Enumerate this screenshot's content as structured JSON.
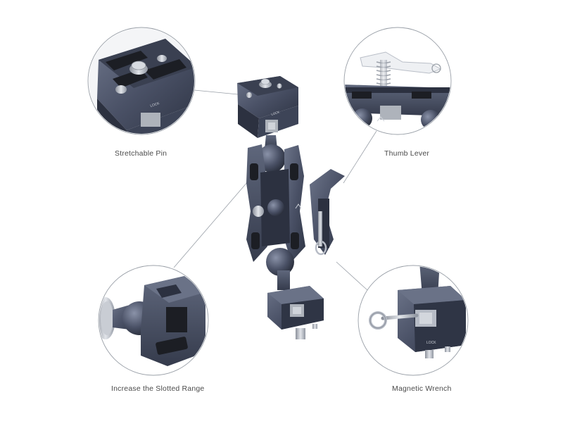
{
  "captions": {
    "top_left": "Stretchable Pin",
    "top_right": "Thumb Lever",
    "bottom_left": "Increase the Slotted Range",
    "bottom_right": "Magnetic Wrench"
  },
  "engraving": {
    "lock_mark": "LOCK"
  },
  "colors": {
    "background": "#ffffff",
    "metal": "#4a5166",
    "metal_dark": "#2c3140",
    "metal_light": "#7a8299",
    "rubber": "#1c1e24",
    "steel": "#b7bcc6",
    "callout_ring": "#9aa0a8",
    "caption_text": "#4a4a4a"
  }
}
